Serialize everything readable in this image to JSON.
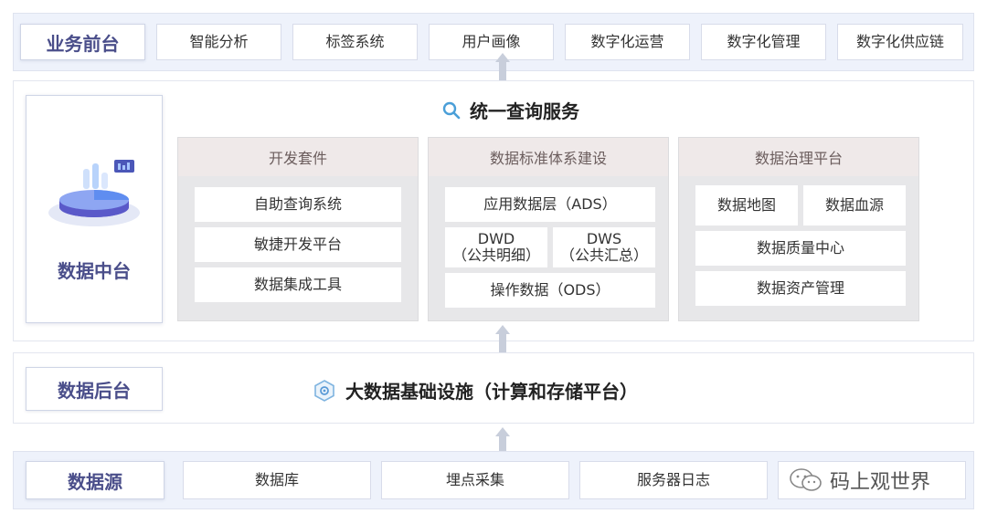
{
  "front": {
    "label": "业务前台",
    "items": [
      "智能分析",
      "标签系统",
      "用户画像",
      "数字化运营",
      "数字化管理",
      "数字化供应链"
    ]
  },
  "middle": {
    "label": "数据中台",
    "title": "统一查询服务",
    "panels": [
      {
        "title": "开发套件",
        "items": [
          "自助查询系统",
          "敏捷开发平台",
          "数据集成工具"
        ]
      },
      {
        "title": "数据标准体系建设",
        "ads": "应用数据层（ADS）",
        "dwd": "DWD\n（公共明细）",
        "dws": "DWS\n（公共汇总）",
        "ods": "操作数据（ODS）"
      },
      {
        "title": "数据治理平台",
        "map": "数据地图",
        "lineage": "数据血源",
        "quality": "数据质量中心",
        "asset": "数据资产管理"
      }
    ]
  },
  "back": {
    "label": "数据后台",
    "title": "大数据基础设施（计算和存储平台）"
  },
  "source": {
    "label": "数据源",
    "items": [
      "数据库",
      "埋点采集",
      "服务器日志"
    ]
  },
  "watermark": "码上观世界",
  "colors": {
    "accent": "#4a4e8a",
    "band": "#eef2fb",
    "arrow": "#c8cedb"
  }
}
